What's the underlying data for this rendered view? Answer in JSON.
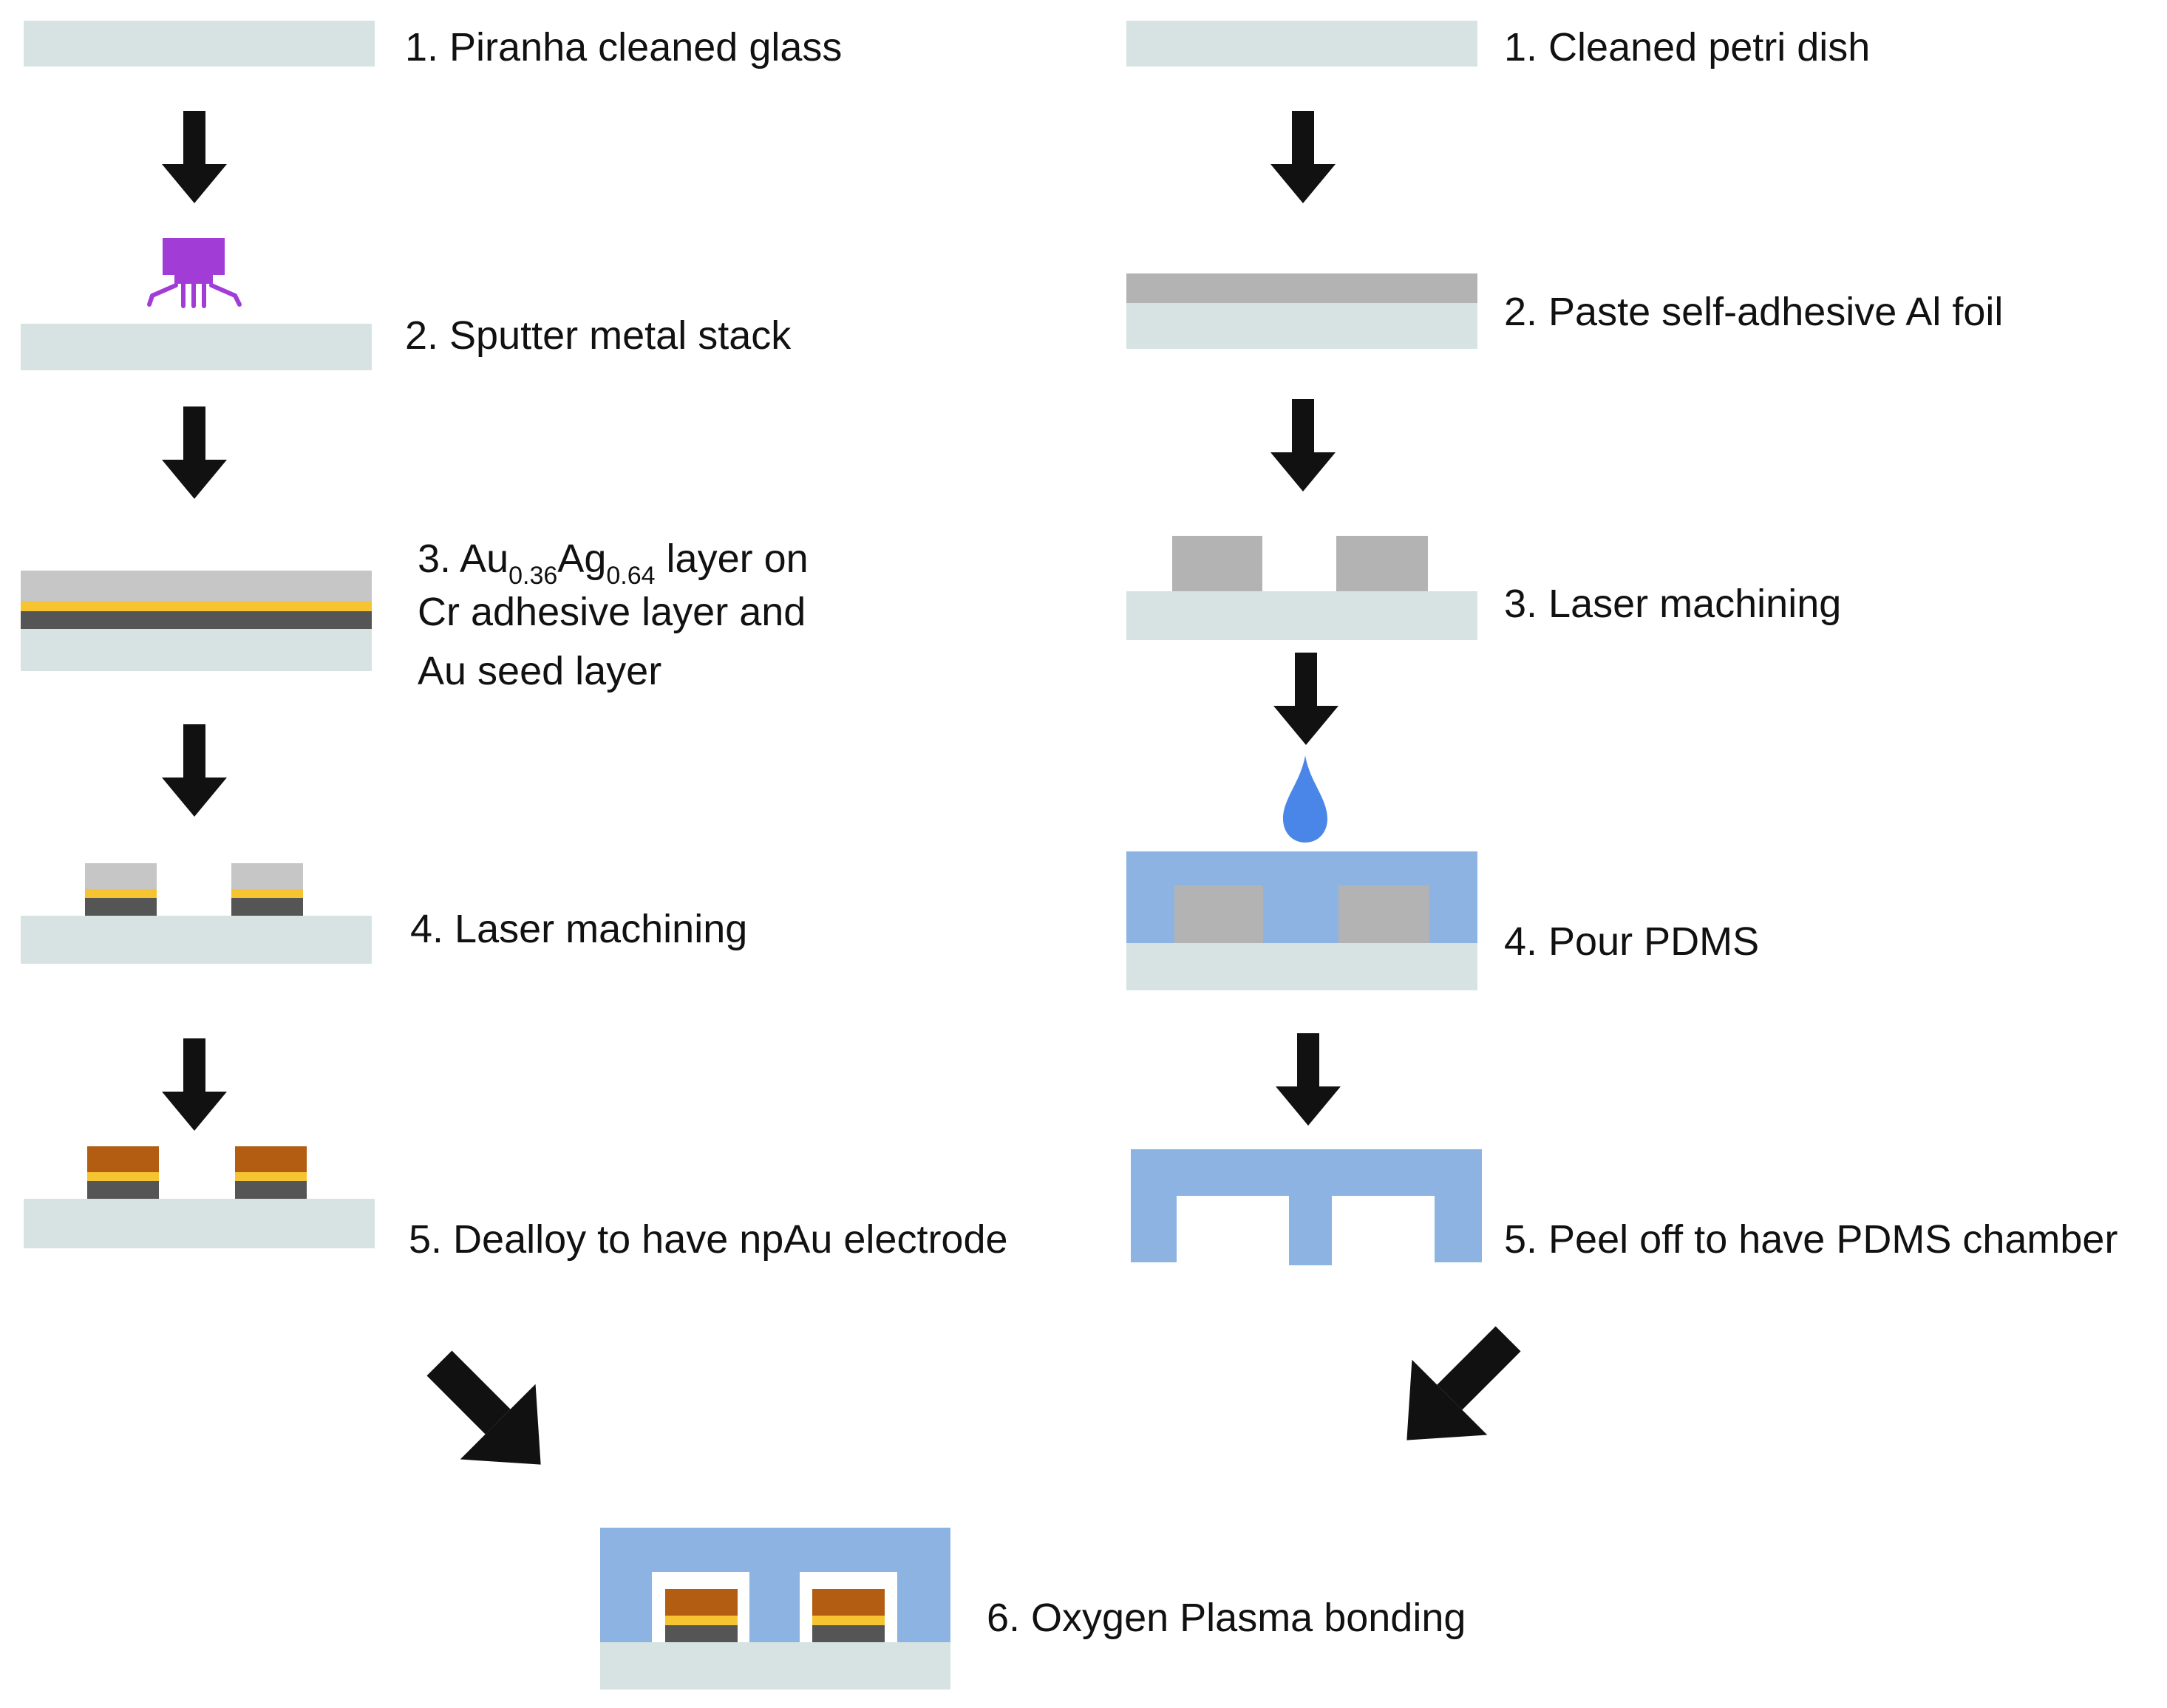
{
  "colors": {
    "glass": "#D6E3E2",
    "al_foil": "#B3B3B3",
    "alloy": "#C6C6C6",
    "au_seed": "#F6C431",
    "cr_adhesive": "#555555",
    "np_au": "#B25D12",
    "pdms": "#8CB3E2",
    "drop": "#4A86E8",
    "sputter": "#A23CD6",
    "arrow": "#111111"
  },
  "left_steps": [
    {
      "id": "glass",
      "label": "1. Piranha cleaned glass"
    },
    {
      "id": "sputter",
      "label": "2. Sputter metal stack"
    },
    {
      "id": "stack",
      "label_prefix": "3. Au",
      "sub1": "0.36",
      "mid": "Ag",
      "sub2": "0.64",
      "label_suffix": " layer on",
      "line2": "Cr adhesive layer and",
      "line3": "Au seed layer"
    },
    {
      "id": "laser",
      "label": "4. Laser machining"
    },
    {
      "id": "dealloy",
      "label": "5. Dealloy to have npAu electrode"
    }
  ],
  "right_steps": [
    {
      "id": "petri",
      "label": "1. Cleaned petri dish"
    },
    {
      "id": "foil",
      "label": "2. Paste self-adhesive Al foil"
    },
    {
      "id": "laser",
      "label": "3. Laser machining"
    },
    {
      "id": "pour",
      "label": "4. Pour PDMS"
    },
    {
      "id": "peel",
      "label": "5. Peel off to have PDMS chamber"
    }
  ],
  "final_step": {
    "label": "6. Oxygen Plasma bonding"
  }
}
